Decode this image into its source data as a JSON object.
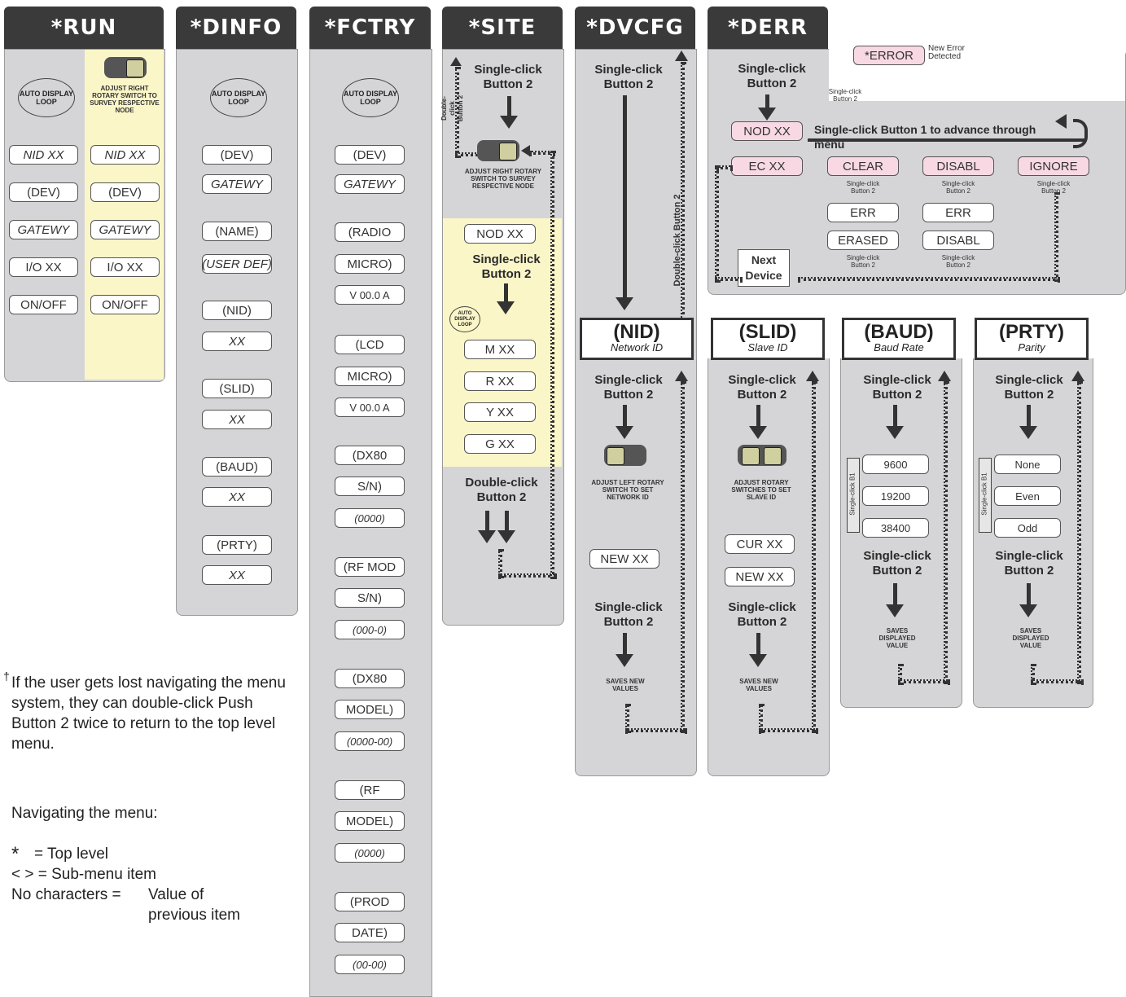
{
  "tabs": {
    "run": "*RUN",
    "dinfo": "*DINFO",
    "fctry": "*FCTRY",
    "site": "*SITE",
    "dvcfg": "*DVCFG",
    "derr": "*DERR"
  },
  "auto_loop": "AUTO DISPLAY LOOP",
  "run": {
    "adjust_text": "ADJUST RIGHT ROTARY SWITCH TO SURVEY RESPECTIVE NODE",
    "left_items": [
      "NID XX",
      "(DEV)",
      "GATEWY",
      "I/O  XX",
      "ON/OFF"
    ],
    "right_items": [
      "NID XX",
      "(DEV)",
      "GATEWY",
      "I/O  XX",
      "ON/OFF"
    ]
  },
  "dinfo": {
    "items": [
      "(DEV)",
      "GATEWY",
      "(NAME)",
      "(USER DEF)",
      "(NID)",
      "XX",
      "(SLID)",
      "XX",
      "(BAUD)",
      "XX",
      "(PRTY)",
      "XX"
    ]
  },
  "fctry": {
    "items": [
      "(DEV)",
      "GATEWY",
      "(RADIO",
      "MICRO)",
      "V 00.0 A",
      "(LCD",
      "MICRO)",
      "V 00.0 A",
      "(DX80",
      "S/N)",
      "(0000)",
      "(RF MOD",
      "S/N)",
      "(000-0)",
      "(DX80",
      "MODEL)",
      "(0000-00)",
      "(RF",
      "MODEL)",
      "(0000)",
      "(PROD",
      "DATE)",
      "(00-00)"
    ]
  },
  "site": {
    "single_click": "Single-click Button 2",
    "double_click_side": "Double-click Button 2",
    "adjust_text": "ADJUST RIGHT ROTARY SWITCH TO SURVEY RESPECTIVE NODE",
    "nod": "NOD XX",
    "single_click2": "Single-click Button 2",
    "values": [
      "M  XX",
      "R  XX",
      "Y  XX",
      "G  XX"
    ],
    "double_click": "Double-click Button 2"
  },
  "dvcfg": {
    "single_click": "Single-click Button 2",
    "double_click_side": "Double-click Button 2"
  },
  "derr": {
    "single_click": "Single-click Button 2",
    "error": "*ERROR",
    "new_error": "New Error Detected",
    "single_click_small": "Single-click Button 2",
    "nod": "NOD XX",
    "advance": "Single-click Button 1 to advance through menu",
    "ec": "EC XX",
    "clear": "CLEAR",
    "disabl": "DISABL",
    "ignore": "IGNORE",
    "err1": "ERR",
    "err2": "ERR",
    "erased": "ERASED",
    "disabl2": "DISABL",
    "next": "Next Device",
    "sc_small": "Single-click Button 2"
  },
  "nid": {
    "title": "(NID)",
    "sub": "Network ID",
    "sc": "Single-click Button 2",
    "adjust": "ADJUST LEFT ROTARY SWITCH TO SET NETWORK ID",
    "new": "NEW XX",
    "sc2": "Single-click Button 2",
    "saves": "SAVES NEW VALUES"
  },
  "slid": {
    "title": "(SLID)",
    "sub": "Slave ID",
    "sc": "Single-click Button 2",
    "adjust": "ADJUST ROTARY SWITCHES TO SET SLAVE ID",
    "cur": "CUR XX",
    "new": "NEW XX",
    "sc2": "Single-click Button 2",
    "saves": "SAVES NEW VALUES"
  },
  "baud": {
    "title": "(BAUD)",
    "sub": "Baud Rate",
    "sc": "Single-click Button 2",
    "values": [
      "9600",
      "19200",
      "38400"
    ],
    "side": "Single-click B1",
    "sc2": "Single-click Button 2",
    "saves": "SAVES DISPLAYED VALUE"
  },
  "prty": {
    "title": "(PRTY)",
    "sub": "Parity",
    "sc": "Single-click Button 2",
    "values": [
      "None",
      "Even",
      "Odd"
    ],
    "side": "Single-click B1",
    "sc2": "Single-click Button 2",
    "saves": "SAVES DISPLAYED VALUE"
  },
  "notes": {
    "dagger": "†",
    "lost": "If the user gets lost navigating the menu system, they can double-click Push Button 2 twice to return to the top level menu.",
    "nav": "Navigating the menu:",
    "star": "*",
    "star_text": "= Top level",
    "sub": "< > = Sub-menu item",
    "none": "No characters =",
    "none_text": "Value of previous item"
  }
}
